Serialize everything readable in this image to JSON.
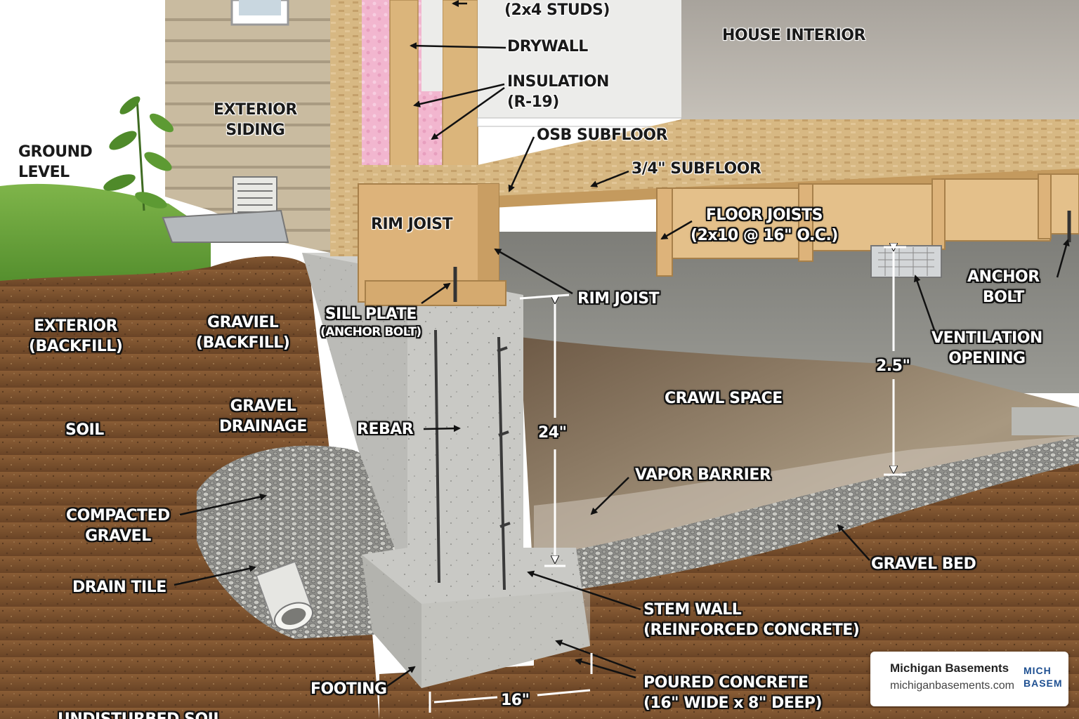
{
  "labels": {
    "studs": "(2x4 STUDS)",
    "drywall": "DRYWALL",
    "house_interior": "HOUSE INTERIOR",
    "insulation": "INSULATION",
    "insulation_rating": "(R-19)",
    "exterior_siding_1": "EXTERIOR",
    "exterior_siding_2": "SIDING",
    "osb_subfloor": "OSB SUBFLOOR",
    "ground_level_1": "GROUND",
    "ground_level_2": "LEVEL",
    "subfloor_34": "3/4\" SUBFLOOR",
    "rim_joist_top": "RIM JOIST",
    "floor_joists": "FLOOR JOISTS",
    "floor_joists_spec": "(2x10 @ 16\" O.C.)",
    "anchor_bolt_1": "ANCHOR",
    "anchor_bolt_2": "BOLT",
    "rim_joist_lower": "RIM JOIST",
    "sill_plate": "SILL PLATE",
    "sill_plate_sub": "(ANCHOR BOLT)",
    "exterior_backfill_1": "EXTERIOR",
    "exterior_backfill_2": "(BACKFILL)",
    "graviel_backfill_1": "GRAVIEL",
    "graviel_backfill_2": "(BACKFILL)",
    "ventilation_1": "VENTILATION",
    "ventilation_2": "OPENING",
    "dim_25": "2.5\"",
    "crawl_space": "CRAWL SPACE",
    "gravel_drainage_1": "GRAVEL",
    "gravel_drainage_2": "DRAINAGE",
    "soil": "SOIL",
    "rebar": "REBAR",
    "dim_24": "24\"",
    "vapor_barrier": "VAPOR BARRIER",
    "compacted_gravel_1": "COMPACTED",
    "compacted_gravel_2": "GRAVEL",
    "gravel_bed": "GRAVEL BED",
    "drain_tile": "DRAIN TILE",
    "stem_wall_1": "STEM WALL",
    "stem_wall_2": "(REINFORCED CONCRETE)",
    "footing": "FOOTING",
    "poured_concrete_1": "POURED CONCRETE",
    "poured_concrete_2": "(16\" WIDE x 8\" DEEP)",
    "dim_16": "16\"",
    "undisturbed_soil": "UNDISTURBED SOIL"
  },
  "brand": {
    "name": "Michigan Basements",
    "url": "michiganbasements.com",
    "logo_top": "MICH",
    "logo_bottom": "BASEM"
  },
  "colors": {
    "soil": "#7a5230",
    "concrete": "#c9c9c5",
    "lumber": "#d9b37a",
    "siding": "#c9bba0",
    "insulation": "#f2b6cf",
    "brand_blue": "#1d4f91"
  }
}
